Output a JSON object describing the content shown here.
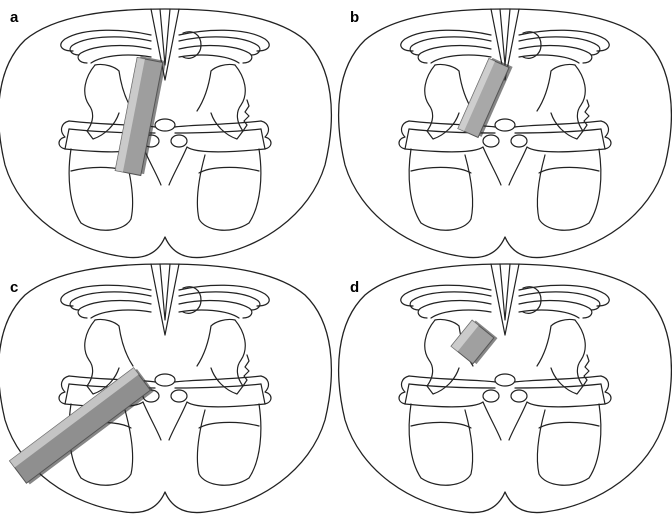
{
  "figure": {
    "panels": [
      {
        "label": "a",
        "implant": {
          "from": [
            -37,
            -2
          ],
          "to": [
            -15,
            -115
          ],
          "width": 26,
          "color": "#9e9e9e"
        }
      },
      {
        "label": "b",
        "implant": {
          "from": [
            -37,
            -42
          ],
          "to": [
            -6,
            -112
          ],
          "width": 22,
          "color": "#a8a8a8"
        }
      },
      {
        "label": "c",
        "implant": {
          "from": [
            -147,
            42
          ],
          "to": [
            -23,
            -51
          ],
          "width": 28,
          "color": "#8f8f8f"
        }
      },
      {
        "label": "d",
        "implant": {
          "from": [
            -43,
            -75
          ],
          "to": [
            -22,
            -101
          ],
          "width": 28,
          "color": "#a0a0a0"
        }
      }
    ]
  }
}
